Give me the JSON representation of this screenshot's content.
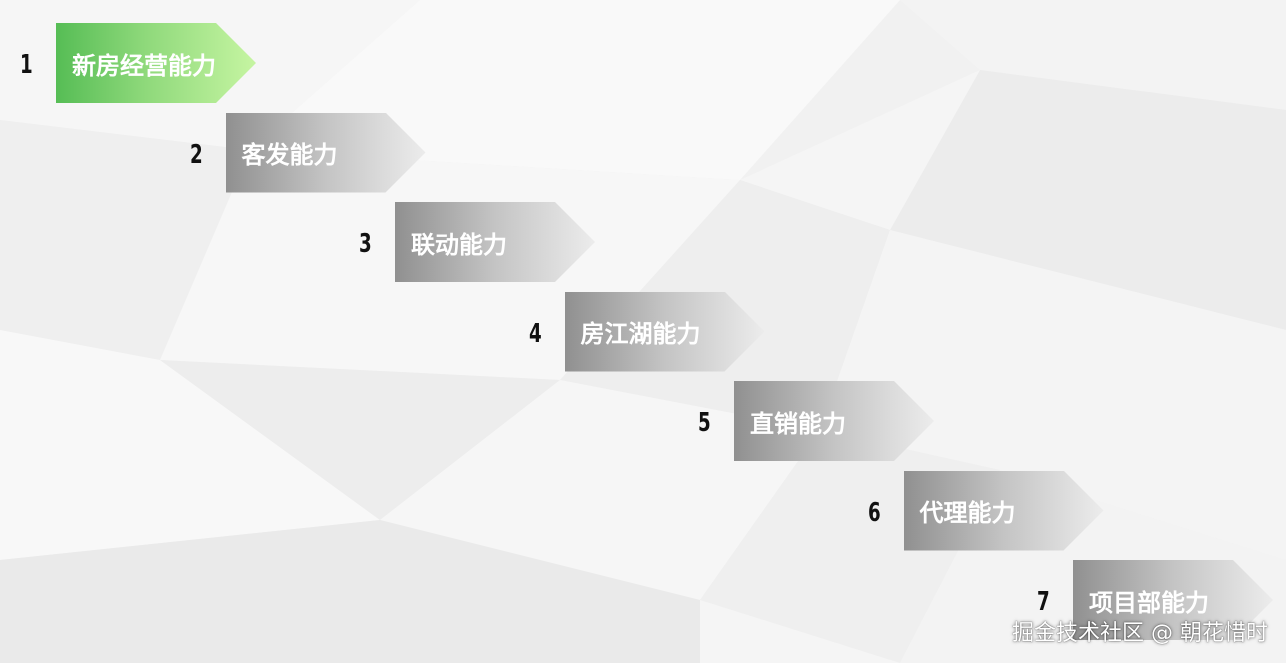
{
  "steps": [
    {
      "number": "1",
      "label": "新房经营能力",
      "style": "green"
    },
    {
      "number": "2",
      "label": "客发能力",
      "style": "gray"
    },
    {
      "number": "3",
      "label": "联动能力",
      "style": "gray"
    },
    {
      "number": "4",
      "label": "房江湖能力",
      "style": "gray"
    },
    {
      "number": "5",
      "label": "直销能力",
      "style": "gray"
    },
    {
      "number": "6",
      "label": "代理能力",
      "style": "gray"
    },
    {
      "number": "7",
      "label": "项目部能力",
      "style": "gray"
    }
  ],
  "watermark": "掘金技术社区 @ 朝花惜时",
  "colors": {
    "highlight": "#8fd97b",
    "arrow_gray": "#a8a8a8",
    "number_text": "#111111"
  }
}
